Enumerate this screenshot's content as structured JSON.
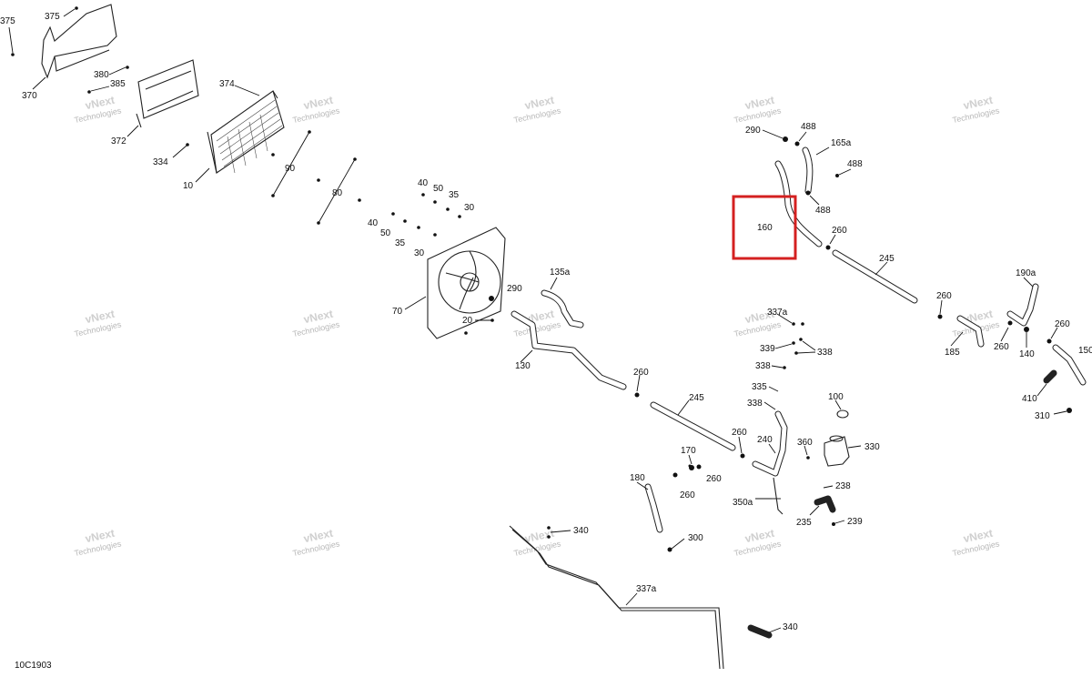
{
  "diagram": {
    "code": "10C1903",
    "watermark_line1": "vNext",
    "watermark_line2": "Technologies",
    "highlight_color": "#d42020",
    "highlighted_label": "160",
    "labels": [
      "375",
      "375",
      "370",
      "380",
      "385",
      "372",
      "374",
      "334",
      "10",
      "90",
      "80",
      "40",
      "50",
      "35",
      "30",
      "40",
      "50",
      "35",
      "30",
      "70",
      "290",
      "20",
      "135a",
      "130",
      "260",
      "245",
      "260",
      "170",
      "260",
      "180",
      "260",
      "300",
      "340",
      "337a",
      "340",
      "290",
      "488",
      "165a",
      "488",
      "488",
      "160",
      "260",
      "245",
      "260",
      "190a",
      "185",
      "260",
      "140",
      "260",
      "150",
      "410",
      "310",
      "337a",
      "338",
      "339",
      "338",
      "335",
      "338",
      "100",
      "240",
      "360",
      "330",
      "350a",
      "238",
      "235",
      "239"
    ]
  }
}
